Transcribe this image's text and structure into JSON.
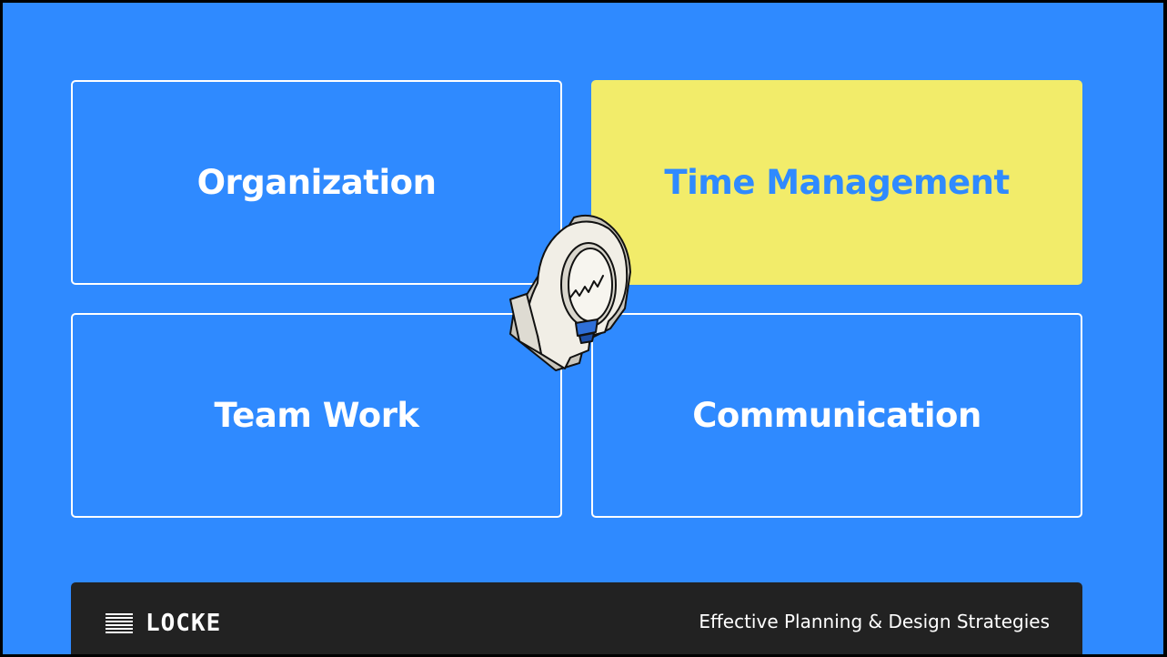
{
  "cards": {
    "organization": {
      "label": "Organization"
    },
    "time_management": {
      "label": "Time Management",
      "highlighted": true
    },
    "team_work": {
      "label": "Team Work"
    },
    "communication": {
      "label": "Communication"
    }
  },
  "illustration": {
    "icon": "head-lightbulb-icon"
  },
  "footer": {
    "brand": "LOCKE",
    "brand_icon": "menu-lines-icon",
    "tagline": "Effective Planning & Design Strategies"
  },
  "colors": {
    "background": "#2f8aff",
    "highlight": "#f2ec6a",
    "footer": "#222222",
    "text": "#ffffff"
  }
}
